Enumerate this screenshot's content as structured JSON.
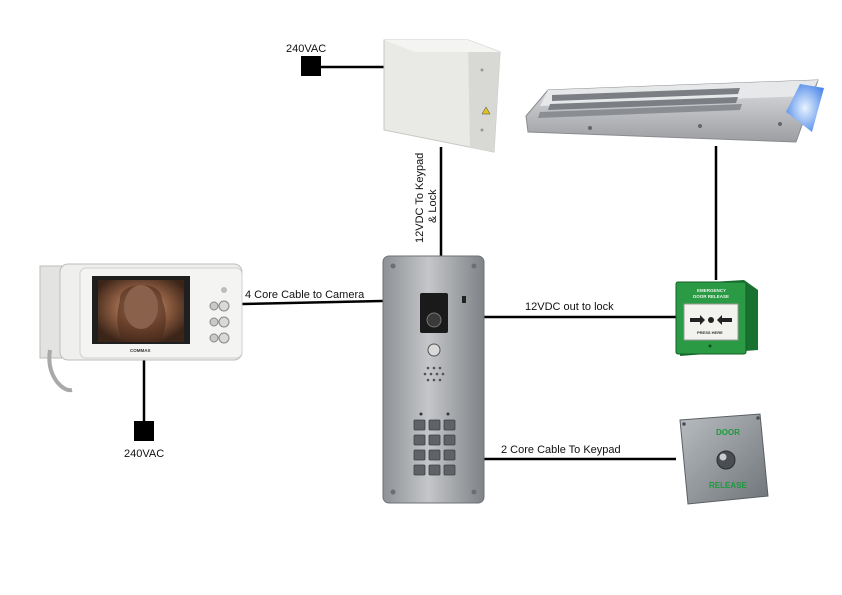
{
  "labels": {
    "psu_power": "240VAC",
    "monitor_power": "240VAC",
    "psu_to_panel": "12VDC To Keypad & Lock",
    "monitor_to_panel": "4 Core Cable to Camera",
    "panel_to_breakglass": "12VDC out to lock",
    "panel_to_release": "2 Core Cable To Keypad"
  },
  "monitor": {
    "brand": "COMMAX"
  },
  "breakglass": {
    "title_line1": "EMERGENCY",
    "title_line2": "DOOR RELEASE",
    "press_text": "PRESS HERE"
  },
  "release_button": {
    "top_text": "DOOR",
    "bottom_text": "RELEASE"
  },
  "colors": {
    "wire": "#000000",
    "psu_body": "#ececea",
    "maglock_body": "#c9cacd",
    "maglock_led": "#6fa8ff",
    "panel_body": "#a6a9ad",
    "breakglass_body": "#1f8a3a",
    "release_plate": "#8f9499",
    "release_text": "#1c9a3c"
  }
}
